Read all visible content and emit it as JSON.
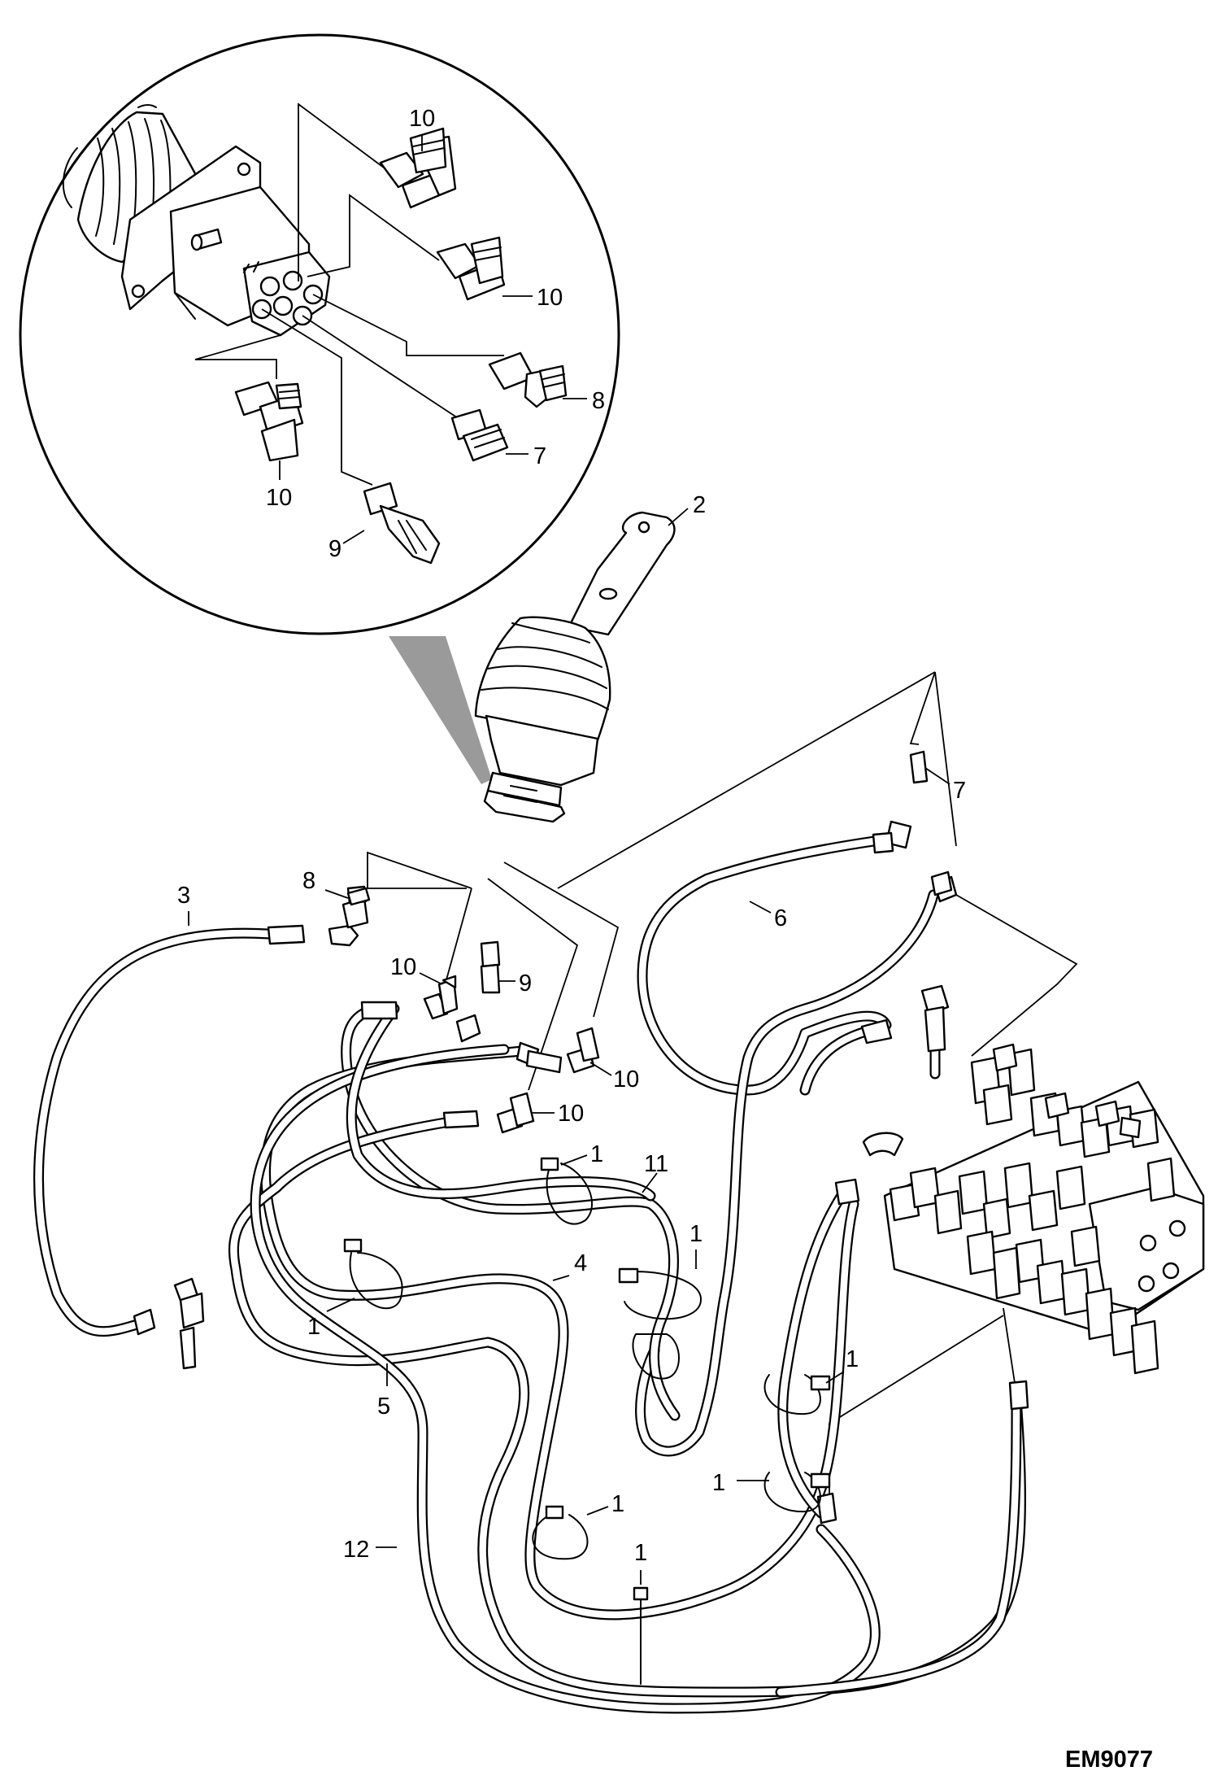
{
  "diagram_code": "EM9077",
  "callouts": {
    "c10_top": "10",
    "c10_mid": "10",
    "c8_inset": "8",
    "c7_inset": "7",
    "c10_inset_low": "10",
    "c9_inset": "9",
    "c2": "2",
    "c7": "7",
    "c3": "3",
    "c8": "8",
    "c6": "6",
    "c10_a": "10",
    "c9": "9",
    "c10_b": "10",
    "c10_c": "10",
    "c1_a": "1",
    "c11": "11",
    "c1_b": "1",
    "c4": "4",
    "c1_c": "1",
    "c1_d": "1",
    "c5": "5",
    "c1_e": "1",
    "c1_f": "1",
    "c12": "12",
    "c1_g": "1"
  }
}
